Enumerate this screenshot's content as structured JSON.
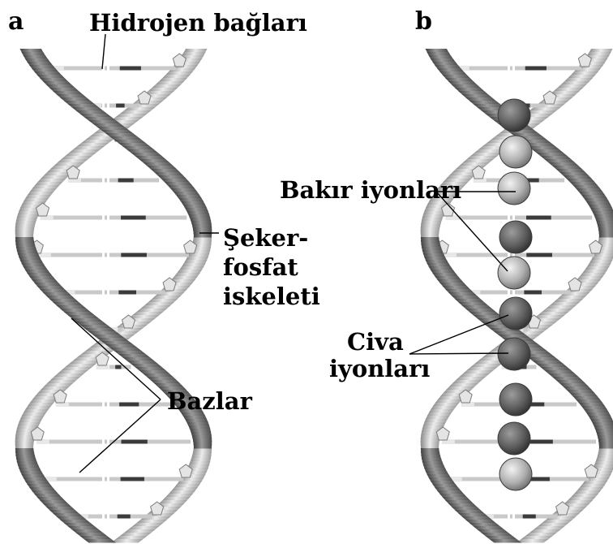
{
  "colors": {
    "backbone_dark": "#5e5e5e",
    "backbone_light": "#d4d4d4",
    "base_pair": "#c9c9c9",
    "base_dark": "#3b3b3b",
    "ion_dark": "#6a6a6a",
    "ion_light": "#bdbdbd"
  },
  "panel_a": {
    "letter": "a",
    "label_hydrogen_bonds": "Hidrojen bağları",
    "label_backbone": [
      "Şeker-",
      "fosfat",
      "iskeleti"
    ],
    "label_bases": "Bazlar"
  },
  "panel_b": {
    "letter": "b",
    "label_copper_ions": "Bakır iyonları",
    "label_mercury_ions": [
      "Civa",
      "iyonları"
    ]
  }
}
